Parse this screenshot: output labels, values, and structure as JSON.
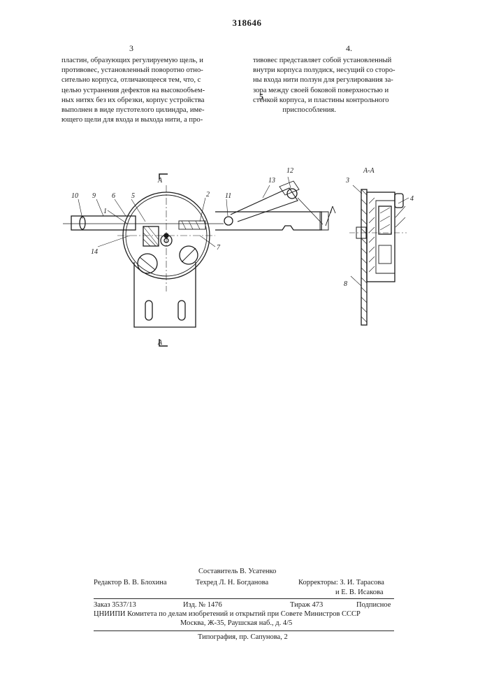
{
  "header": {
    "patent_number": "318646",
    "col_left_number": "3",
    "col_right_number": "4."
  },
  "body": {
    "left_lines": [
      "пластин, образующих регулируемую щель, и",
      "противовес, установленный поворотно отно-",
      "сительно корпуса, отличающееся тем, что, с",
      "целью устранения дефектов на высокообъем-",
      "ных нитях без их обрезки, корпус устройства",
      "выполнен в виде пустотелого цилиндра, име-",
      "ющего щели для входа и выхода нити, а про-"
    ],
    "right_lines": [
      "тивовес представляет собой установленный",
      "внутри корпуса полудиск, несущий со сторо-",
      "ны входа нити ползун для регулирования за-",
      "зора между своей боковой поверхностью и",
      "стенкой корпуса, и пластины контрольного",
      "приспособления."
    ],
    "line_marker": "5"
  },
  "figure": {
    "section_label": "А-А",
    "cut_label_top": "А",
    "cut_label_bottom": "А",
    "part_labels": [
      "10",
      "9",
      "6",
      "5",
      "1",
      "2",
      "11",
      "13",
      "12",
      "14",
      "7",
      "3",
      "4",
      "8"
    ]
  },
  "footer": {
    "compiler": "Составитель В. Усатенко",
    "editor": "Редактор В. В. Блохина",
    "tech_editor": "Техред Л. Н. Богданова",
    "correctors_1": "Корректоры: З. И. Тарасова",
    "correctors_2": "и Е. В. Исакова",
    "order": "Заказ 3537/13",
    "publ_no": "Изд. № 1476",
    "print_run": "Тираж 473",
    "subscription": "Подписное",
    "org_line": "ЦНИИПИ Комитета по делам изобретений и открытий при Совете Министров СССР",
    "address": "Москва, Ж-35, Раушская наб., д. 4/5",
    "printer": "Типография, пр. Сапунова, 2"
  }
}
